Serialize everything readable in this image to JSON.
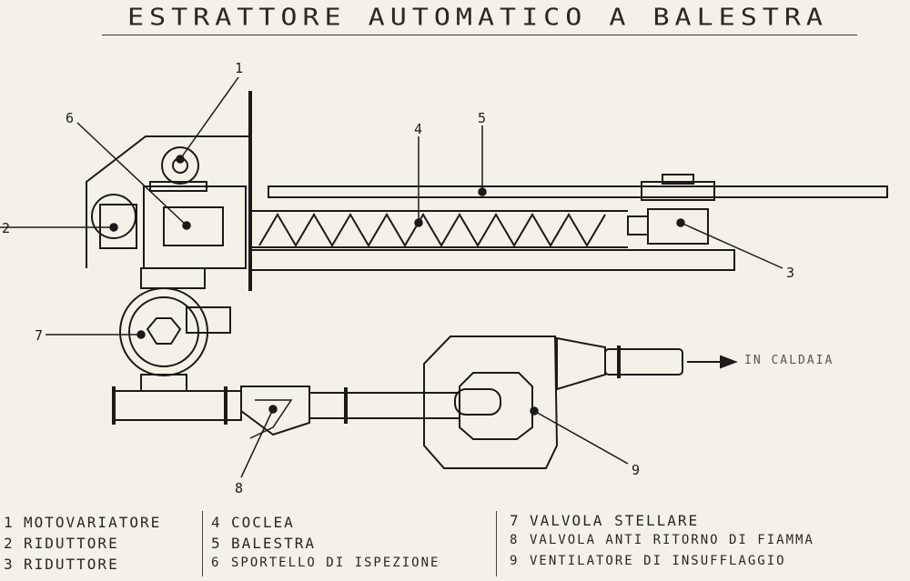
{
  "title": "Estrattore Automatico a Balestra",
  "callouts": [
    "1",
    "2",
    "3",
    "4",
    "5",
    "6",
    "7",
    "8",
    "9"
  ],
  "destination": "In caldaia",
  "legend": [
    {
      "num": "1",
      "label": "Motovariatore"
    },
    {
      "num": "2",
      "label": "Riduttore"
    },
    {
      "num": "3",
      "label": "Riduttore"
    },
    {
      "num": "4",
      "label": "Coclea"
    },
    {
      "num": "5",
      "label": "Balestra"
    },
    {
      "num": "6",
      "label": "Sportello di ispezione"
    },
    {
      "num": "7",
      "label": "Valvola stellare"
    },
    {
      "num": "8",
      "label": "Valvola anti ritorno di fiamma"
    },
    {
      "num": "9",
      "label": "Ventilatore di insufflaggio"
    }
  ],
  "colors": {
    "paper": "#f4f1e8",
    "ink": "#1c1a18"
  }
}
